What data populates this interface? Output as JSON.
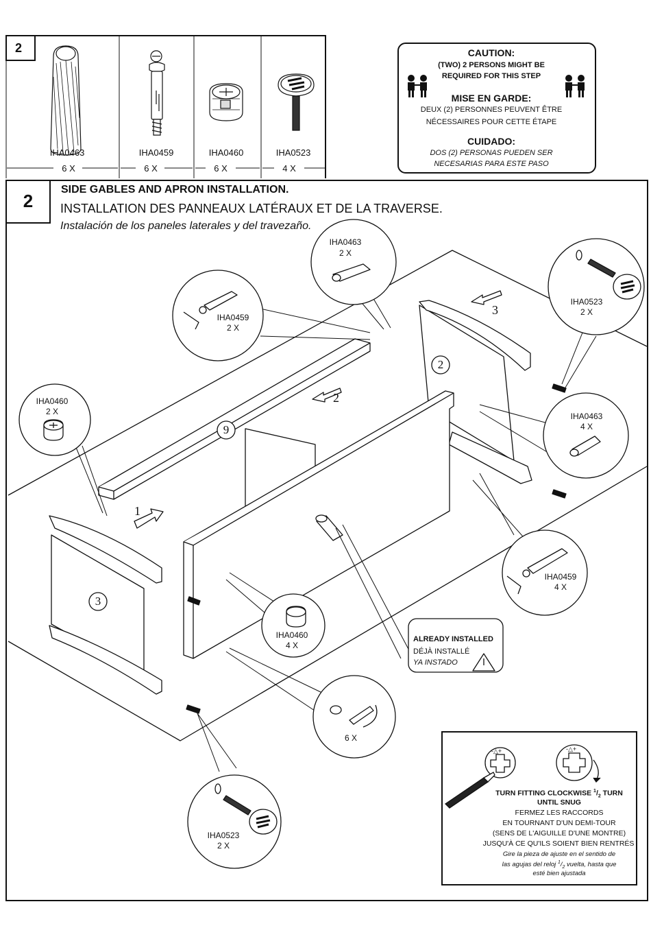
{
  "parts_table": {
    "step": "2",
    "parts": [
      {
        "code": "IHA0463",
        "qty": "6 X"
      },
      {
        "code": "IHA0459",
        "qty": "6 X"
      },
      {
        "code": "IHA0460",
        "qty": "6 X"
      },
      {
        "code": "IHA0523",
        "qty": "4 X"
      }
    ]
  },
  "caution": {
    "en_title": "CAUTION:",
    "en_line1": "(TWO) 2 PERSONS MIGHT BE",
    "en_line2": "REQUIRED FOR THIS STEP",
    "fr_title": "MISE EN GARDE:",
    "fr_line1": "DEUX (2) PERSONNES PEUVENT  ÊTRE",
    "fr_line2": "NÉCESSAIRES POUR CETTE ÉTAPE",
    "es_title": "CUIDADO:",
    "es_line1": "DOS (2) PERSONAS PUEDEN SER",
    "es_line2": "NECESARIAS PARA ESTE PASO"
  },
  "step": {
    "number": "2",
    "title_en": "SIDE GABLES AND APRON  INSTALLATION.",
    "title_fr": "INSTALLATION DES PANNEAUX LATÉRAUX ET DE LA TRAVERSE.",
    "title_es": "Instalación de los paneles laterales y del travezaño."
  },
  "callouts": {
    "c463_top": {
      "code": "IHA0463",
      "qty": "2 X"
    },
    "c459_top": {
      "code": "IHA0459",
      "qty": "2 X"
    },
    "c523_top": {
      "code": "IHA0523",
      "qty": "2 X"
    },
    "c460_left": {
      "code": "IHA0460",
      "qty": "2 X"
    },
    "c463_right": {
      "code": "IHA0463",
      "qty": "4 X"
    },
    "c459_right": {
      "code": "IHA0459",
      "qty": "4 X"
    },
    "c460_mid": {
      "code": "IHA0460",
      "qty": "4 X"
    },
    "c_screw": {
      "qty": "6 X"
    },
    "c523_bottom": {
      "code": "IHA0523",
      "qty": "2 X"
    }
  },
  "panel_labels": {
    "p2": "2",
    "p3": "3",
    "p9": "9"
  },
  "arrows": {
    "a1": "1",
    "a2": "2",
    "a3": "3"
  },
  "already_installed": {
    "en": "ALREADY INSTALLED",
    "fr": "DÉJÀ INSTALLÉ",
    "es": "YA INSTADO"
  },
  "turn_box": {
    "en_line1_a": "TURN FITTING CLOCKWISE ",
    "fraction_num": "1",
    "fraction_den": "2",
    "en_line1_b": " TURN",
    "en_line2": "UNTIL SNUG",
    "fr_line1": "FERMEZ LES RACCORDS",
    "fr_line2": "EN TOURNANT D'UN DEMI-TOUR",
    "fr_line3": "(SENS DE L'AIGUILLE D'UNE MONTRE)",
    "fr_line4": "JUSQU'À CE QU'ILS SOIENT BIEN RENTRÉS",
    "es_line1": "Gire la pieza de ajuste en el sentido de",
    "es_line2_a": "las agujas del reloj ",
    "es_line2_b": " vuelta, hasta que",
    "es_line3": "esté bien ajustada",
    "symbol": "-△+"
  }
}
